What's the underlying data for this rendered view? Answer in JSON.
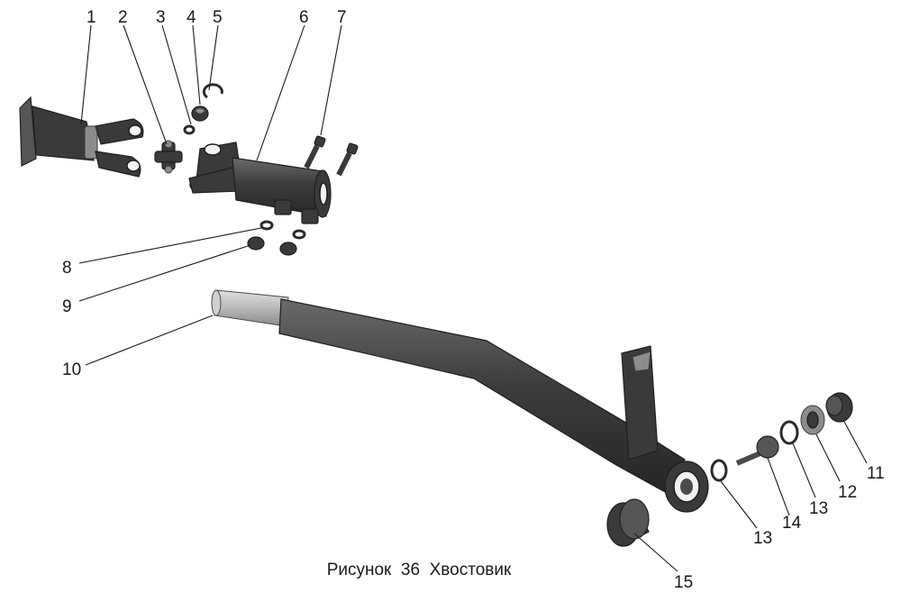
{
  "caption": "Рисунок  36  Хвостовик",
  "callouts": [
    "1",
    "2",
    "3",
    "4",
    "5",
    "6",
    "7",
    "8",
    "9",
    "10",
    "11",
    "12",
    "13",
    "13",
    "14",
    "15"
  ],
  "colors": {
    "part_dark": "#3a3a3a",
    "part_light": "#8c8c8c",
    "background": "#ffffff"
  }
}
